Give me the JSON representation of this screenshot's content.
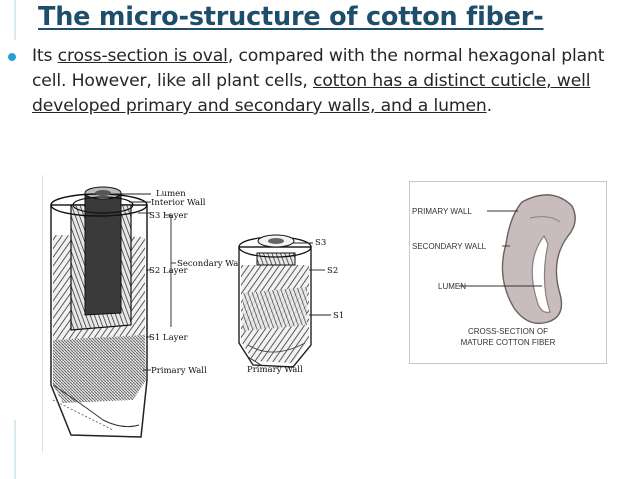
{
  "slide": {
    "title": "The micro-structure of cotton fiber-",
    "paragraph": {
      "seg1": "Its ",
      "seg2": "cross-section is oval",
      "seg3": ", compared with the normal hexagonal plant cell. However, like all plant cells, ",
      "seg4": "cotton has a distinct cuticle, well developed primary and secondary walls, and a lumen",
      "seg5": "."
    }
  },
  "figure_left": {
    "labels": {
      "lumen": "Lumen",
      "interior_wall": "Interior Wall",
      "s3_layer": "S3 Layer",
      "s2_layer": "S2 Layer",
      "secondary_wall": "Secondary Wall",
      "s1_layer": "S1 Layer",
      "primary_wall": "Primary Wall",
      "primary_wall_2": "Primary Wall",
      "s3": "S3",
      "s2": "S2",
      "s1": "S1"
    }
  },
  "figure_right": {
    "labels": {
      "primary_wall": "PRIMARY WALL",
      "secondary_wall": "SECONDARY WALL",
      "lumen": "LUMEN",
      "caption_line1": "CROSS-SECTION OF",
      "caption_line2": "MATURE COTTON FIBER"
    }
  },
  "colors": {
    "title": "#1f4e6b",
    "bullet": "#2a9fd6",
    "fiber_fill": "#c9bcbc"
  }
}
